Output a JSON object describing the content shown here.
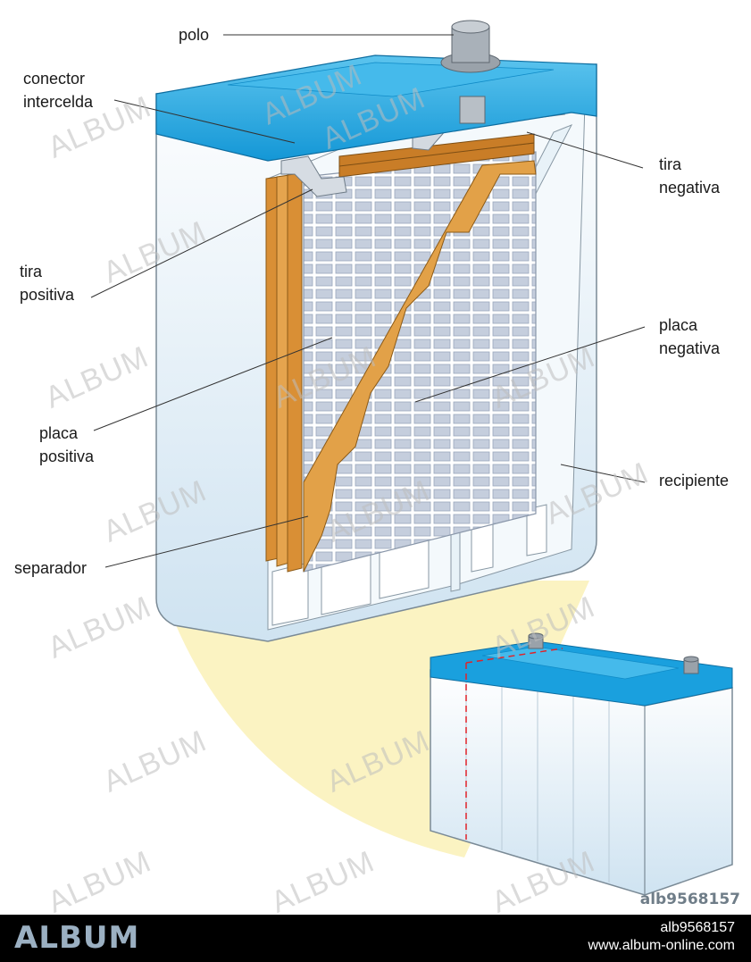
{
  "labels": {
    "polo": "polo",
    "conector_1": "conector",
    "conector_2": "intercelda",
    "tira_negativa_1": "tira",
    "tira_negativa_2": "negativa",
    "tira_positiva_1": "tira",
    "tira_positiva_2": "positiva",
    "placa_negativa_1": "placa",
    "placa_negativa_2": "negativa",
    "placa_positiva_1": "placa",
    "placa_positiva_2": "positiva",
    "recipiente": "recipiente",
    "separador": "separador"
  },
  "watermark": "ALBUM",
  "image_code": "alb9568157",
  "footer": {
    "logo": "ALBUM",
    "id": "alb9568157",
    "url": "www.album-online.com"
  },
  "colors": {
    "lid": "#20a8e0",
    "plate_positive": "#e2a148",
    "grid": "#c7d0df",
    "container": "#dbeaf4",
    "highlight": "#fbf3c2"
  }
}
